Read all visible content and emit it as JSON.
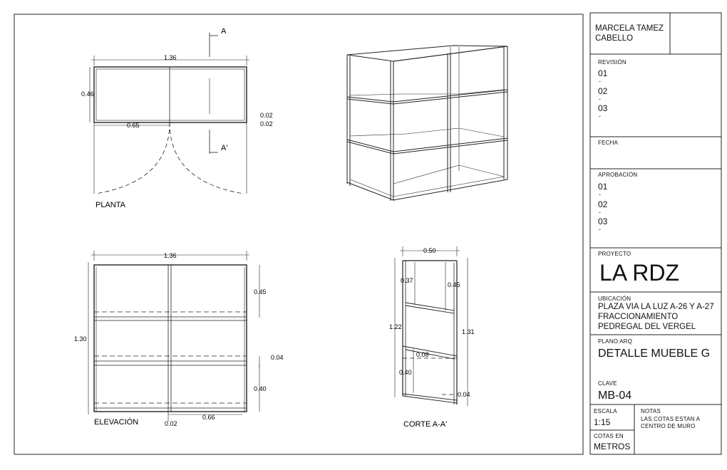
{
  "views": {
    "planta": {
      "title": "PLANTA",
      "dim_width": "1.36",
      "dim_depth": "0.46",
      "dim_half": "0.65",
      "dim_thick_a": "0.02",
      "dim_thick_b": "0.02",
      "section_start": "A",
      "section_end": "A'"
    },
    "elevacion": {
      "title": "ELEVACIÓN",
      "dim_width": "1.36",
      "dim_height": "1.30",
      "dim_top": "0.45",
      "dim_shelf": "0.04",
      "dim_bottom": "0.40",
      "dim_base_a": "0.02",
      "dim_base_b": "0.66"
    },
    "corte": {
      "title": "CORTE A-A'",
      "dim_depth": "0.50",
      "dim_top_inner": "0.37",
      "dim_top_outer": "0.45",
      "dim_total_inner": "1.22",
      "dim_total_outer": "1.31",
      "dim_shelf": "0.08",
      "dim_bottom": "0.40",
      "dim_base": "0.04"
    }
  },
  "title_block": {
    "author": "MARCELA TAMEZ CABELLO",
    "revision_label": "REVISIÓN",
    "revisions": [
      "01",
      "02",
      "03"
    ],
    "revision_dash": "-",
    "fecha_label": "FECHA",
    "aprobacion_label": "APROBACIÓN",
    "aprobaciones": [
      "01",
      "02",
      "03"
    ],
    "proyecto_label": "PROYECTO",
    "proyecto": "LA RDZ",
    "ubicacion_label": "UBICACIÓN",
    "ubicacion_lines": [
      "PLAZA VIA LA LUZ A-26 Y A-27",
      "FRACCIONAMIENTO",
      "PEDREGAL DEL VERGEL"
    ],
    "plano_label": "PLANO ARQ",
    "plano": "DETALLE MUEBLE G",
    "clave_label": "CLAVE",
    "clave": "MB-04",
    "escala_label": "ESCALA",
    "escala": "1:15",
    "notas_label": "NOTAS",
    "notas_lines": [
      "LAS COTAS ESTAN A",
      "CENTRO DE MURO"
    ],
    "cotas_label": "COTAS EN",
    "cotas": "METROS"
  }
}
